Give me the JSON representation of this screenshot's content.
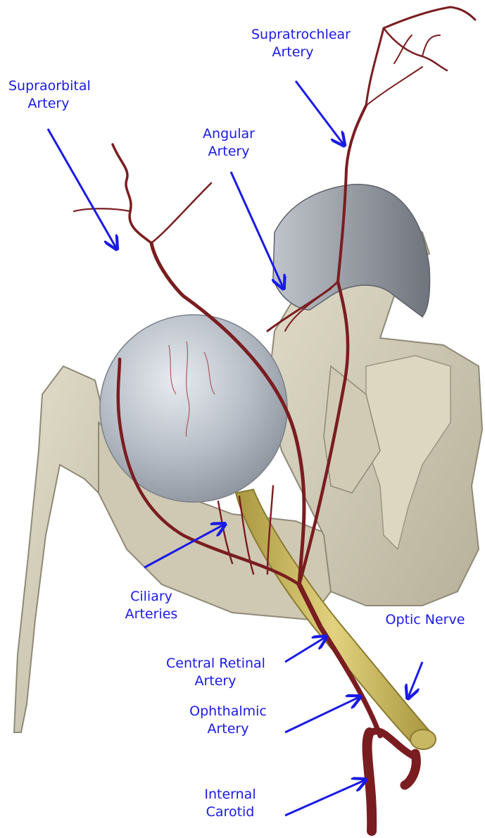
{
  "colors": {
    "label": "#1a1ae6",
    "arrow": "#1a1ae6",
    "artery": "#7a1d20",
    "artery_highlight": "#a23238",
    "bone": "#d6d0ba",
    "bone_shadow": "#9f9a86",
    "eyeball": "#b9bfc8",
    "optic_nerve": "#c9b863",
    "membrane": "#8e939c"
  },
  "labels": {
    "supratrochlear": [
      "Supratrochlear",
      "Artery"
    ],
    "supraorbital": [
      "Supraorbital",
      "Artery"
    ],
    "angular": [
      "Angular",
      "Artery"
    ],
    "ciliary": [
      "Ciliary",
      "Arteries"
    ],
    "optic_nerve": [
      "Optic Nerve"
    ],
    "central_retinal": [
      "Central Retinal",
      "Artery"
    ],
    "ophthalmic": [
      "Ophthalmic",
      "Artery"
    ],
    "internal_carotid": [
      "Internal",
      "Carotid"
    ]
  }
}
